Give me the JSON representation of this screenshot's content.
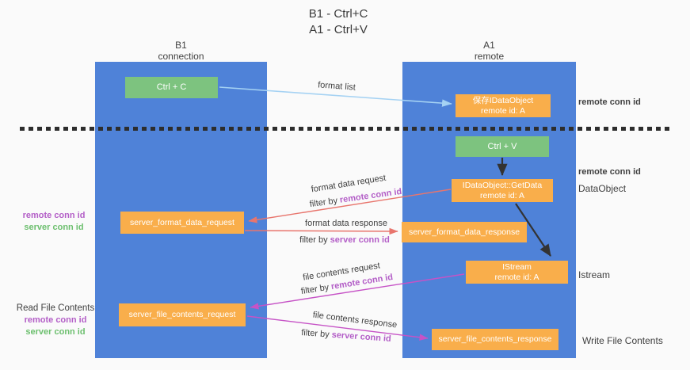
{
  "colors": {
    "lane_blue": "#4f82d8",
    "box_orange": "#f9ae4b",
    "box_green": "#7dc37f",
    "arrow_light_blue": "#a5d2f3",
    "arrow_red": "#e8756d",
    "arrow_magenta": "#c653c6",
    "arrow_black": "#333333",
    "text_purple": "#b35ec7",
    "text_green": "#6cbf6e",
    "text_gray": "#3f3f3f"
  },
  "title": {
    "line1": "B1 - Ctrl+C",
    "line2": "A1 - Ctrl+V"
  },
  "lanes": {
    "left": {
      "name": "B1",
      "role": "connection"
    },
    "right": {
      "name": "A1",
      "role": "remote"
    }
  },
  "boxes": {
    "ctrl_c": {
      "label": "Ctrl + C"
    },
    "ctrl_v": {
      "label": "Ctrl + V"
    },
    "save_dataobject": {
      "line1": "保存IDataObject",
      "line2": "remote id: A"
    },
    "getdata": {
      "line1": "IDataObject::GetData",
      "line2": "remote id: A"
    },
    "istream": {
      "line1": "IStream",
      "line2": "remote id: A"
    },
    "format_request": {
      "label": "server_format_data_request"
    },
    "format_response": {
      "label": "server_format_data_response"
    },
    "file_request": {
      "label": "server_file_contents_request"
    },
    "file_response": {
      "label": "server_file_contents_response"
    }
  },
  "flow_labels": {
    "format_list": "format list",
    "format_data_request": "format data request",
    "format_data_request_filter": {
      "prefix": "filter by",
      "value": "remote conn id"
    },
    "format_data_response": "format data response",
    "format_data_response_filter": {
      "prefix": "filter by",
      "value": "server conn id"
    },
    "file_contents_request": "file contents request",
    "file_contents_request_filter": {
      "prefix": "filter by",
      "value": "remote conn id"
    },
    "file_contents_response": "file contents response",
    "file_contents_response_filter": {
      "prefix": "filter by",
      "value": "server conn id"
    }
  },
  "side_labels": {
    "right_remote_conn_top": "remote conn id",
    "right_remote_conn_mid": "remote conn id",
    "dataobject": "DataObject",
    "istream": "Istream",
    "write_file_contents": "Write File Contents",
    "left_remote_conn": "remote conn id",
    "left_server_conn": "server conn id",
    "read_file_contents": "Read File Contents",
    "read_remote_conn": "remote conn id",
    "read_server_conn": "server conn id"
  }
}
